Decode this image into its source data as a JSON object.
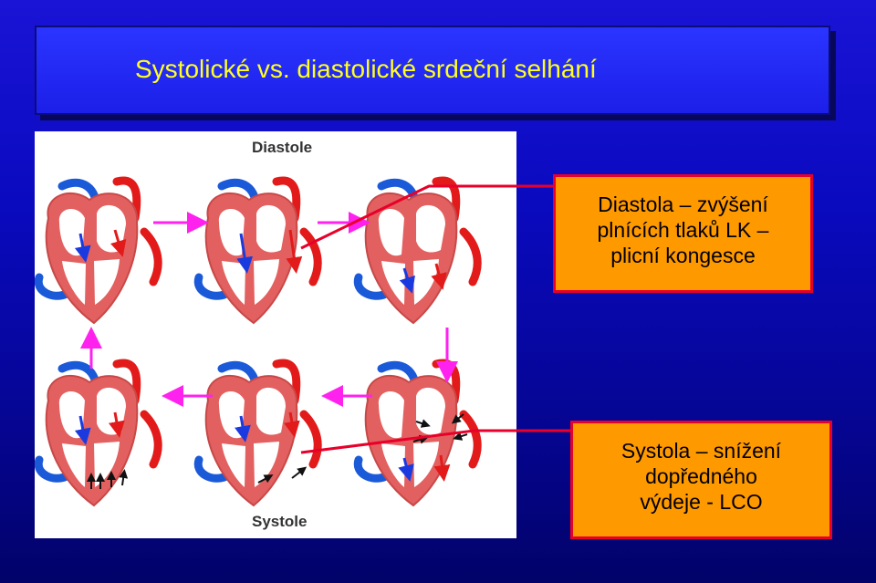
{
  "title": "Systolické vs. diastolické srdeční selhání",
  "diagram": {
    "top_label": "Diastole",
    "bottom_label": "Systole"
  },
  "callouts": [
    {
      "lines": [
        "Diastola – zvýšení",
        "plnících tlaků LK –",
        "plicní kongesce"
      ]
    },
    {
      "lines": [
        "Systola – snížení",
        "dopředného",
        "výdeje - LCO"
      ]
    }
  ],
  "colors": {
    "background": "#0a0abf",
    "title_text": "#ffff22",
    "callout_fill": "#ff9900",
    "callout_border": "#e8002a",
    "heart_wall": "#e2605f",
    "heart_chamber": "#ffffff",
    "vessel_blue": "#1a5ad8",
    "vessel_red": "#e21a1a",
    "cycle_arrow": "#ff22ee",
    "connector": "#e8002a"
  }
}
